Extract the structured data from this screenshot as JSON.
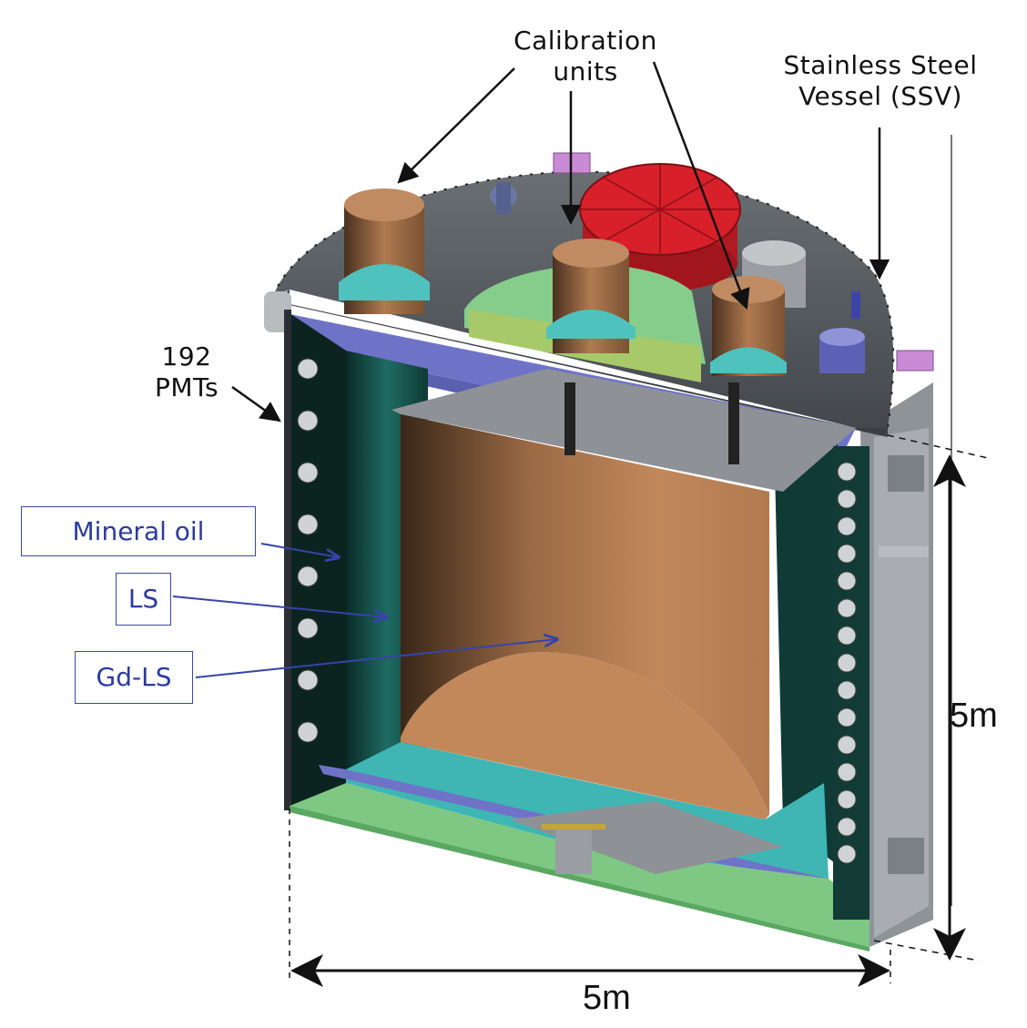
{
  "labels": {
    "calibration_units_line1": "Calibration",
    "calibration_units_line2": "units",
    "ssv_line1": "Stainless Steel",
    "ssv_line2": "Vessel (SSV)",
    "pmts_line1": "192",
    "pmts_line2": "PMTs",
    "mineral_oil": "Mineral oil",
    "ls": "LS",
    "gd_ls": "Gd-LS",
    "height_dim": "5m",
    "width_dim": "5m"
  },
  "colors": {
    "steel_dark": "#555a5e",
    "steel_mid": "#7e8387",
    "steel_light": "#a7abaf",
    "inner_cyl_brown": "#b3784a",
    "calib_unit_brown": "#9a6a45",
    "red_lid": "#d8202a",
    "teal": "#3fb6b3",
    "dark_teal": "#0e3a36",
    "green": "#7ec884",
    "purple": "#6f73c8",
    "pink": "#c98ad6",
    "label_blue": "#2b3aa0",
    "arrow_blue": "#3644a8"
  }
}
